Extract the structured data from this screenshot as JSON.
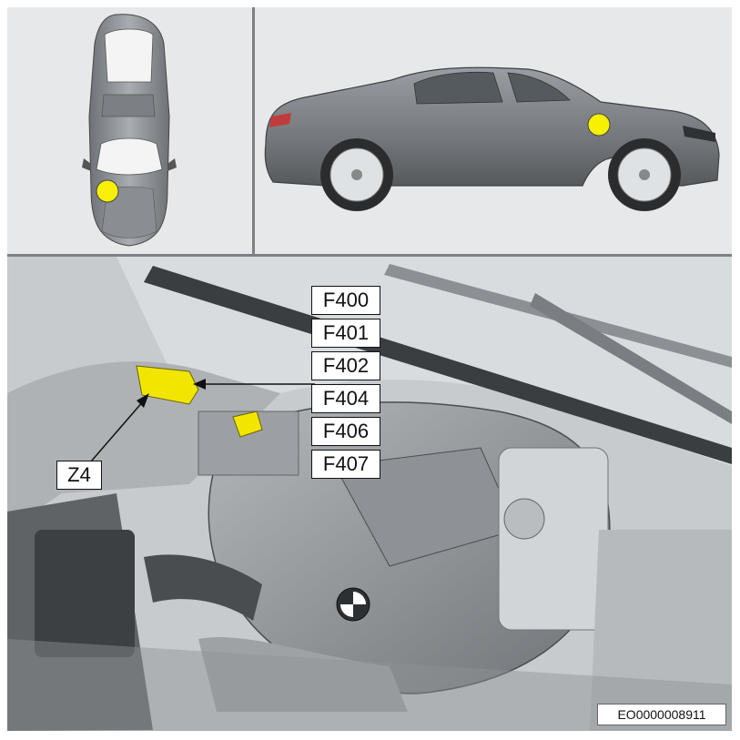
{
  "fuse_labels": [
    "F400",
    "F401",
    "F402",
    "F404",
    "F406",
    "F407"
  ],
  "component_label": "Z4",
  "document_id": "EO0000008911",
  "location_marker_color": "#f7f000",
  "highlight_color": "#f2e600",
  "icons": [
    "location-marker-icon",
    "bmw-roundel-icon",
    "callout-arrow-icon"
  ]
}
